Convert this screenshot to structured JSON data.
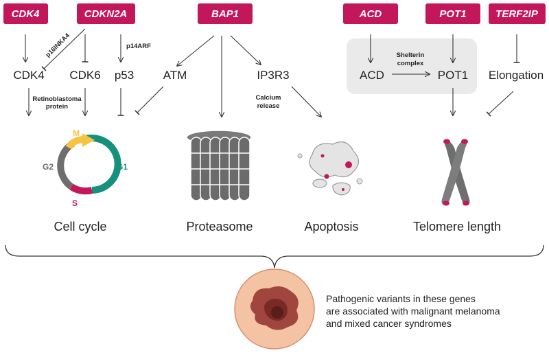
{
  "genes": {
    "cdk4": "CDK4",
    "cdkn2a": "CDKN2A",
    "bap1": "BAP1",
    "acd": "ACD",
    "pot1": "POT1",
    "terf2ip": "TERF2IP"
  },
  "nodes": {
    "cdk4": "CDK4",
    "cdk6": "CDK6",
    "p53": "p53",
    "atm": "ATM",
    "ip3r3": "IP3R3",
    "acd": "ACD",
    "pot1": "POT1",
    "elongation": "Elongation"
  },
  "edge_labels": {
    "p16": "p16INKA4",
    "p14arf": "p14ARF",
    "retinoblastoma_line1": "Retinoblastoma",
    "retinoblastoma_line2": "protein",
    "calcium_line1": "Calcium",
    "calcium_line2": "release",
    "shelterin_line1": "Shelterin",
    "shelterin_line2": "complex"
  },
  "cell_cycle_phases": {
    "m": "M",
    "g1": "G1",
    "g2": "G2",
    "s": "S"
  },
  "processes": {
    "cell_cycle": "Cell cycle",
    "proteasome": "Proteasome",
    "apoptosis": "Apoptosis",
    "telomere": "Telomere length"
  },
  "summary": {
    "line1": "Pathogenic variants in these genes",
    "line2": "are associated with malignant melanoma",
    "line3": "and mixed cancer syndromes"
  },
  "colors": {
    "gene_box": "#c2185b",
    "magenta": "#c2185b",
    "teal": "#14917c",
    "gray": "#6e6e6e",
    "yellow": "#f6c343",
    "shelterin_bg": "#eaeaea",
    "skin": "#f3c3a4"
  }
}
